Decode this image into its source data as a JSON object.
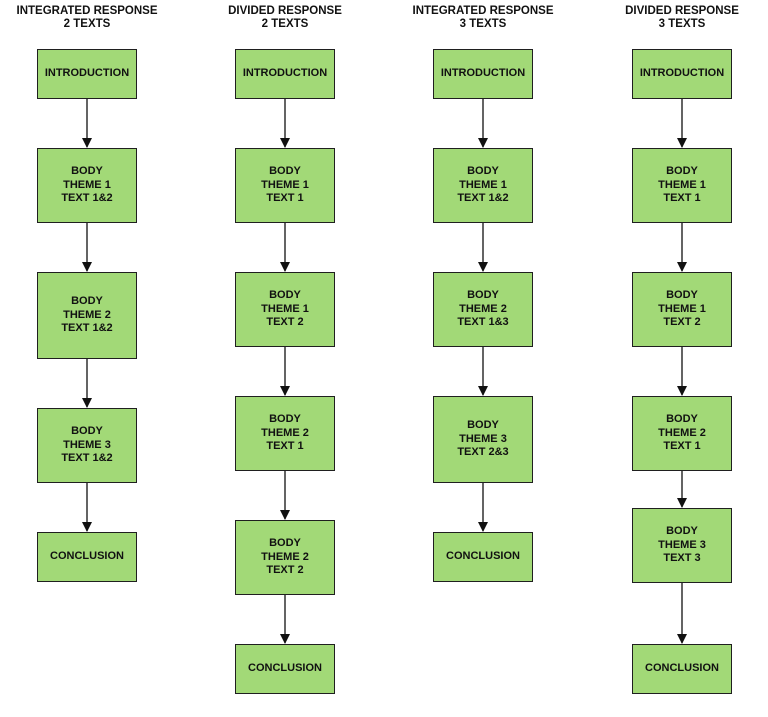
{
  "columns": [
    {
      "title": "INTEGRATED RESPONSE\n2 TEXTS",
      "boxes": [
        "INTRODUCTION",
        "BODY\nTHEME 1\nTEXT 1&2",
        "BODY\nTHEME 2\nTEXT 1&2",
        "BODY\nTHEME 3\nTEXT 1&2",
        "CONCLUSION"
      ]
    },
    {
      "title": "DIVIDED RESPONSE\n2 TEXTS",
      "boxes": [
        "INTRODUCTION",
        "BODY\nTHEME 1\nTEXT 1",
        "BODY\nTHEME 1\nTEXT 2",
        "BODY\nTHEME 2\nTEXT 1",
        "BODY\nTHEME 2\nTEXT 2",
        "CONCLUSION"
      ]
    },
    {
      "title": "INTEGRATED RESPONSE\n3 TEXTS",
      "boxes": [
        "INTRODUCTION",
        "BODY\nTHEME 1\nTEXT 1&2",
        "BODY\nTHEME 2\nTEXT 1&3",
        "BODY\nTHEME 3\nTEXT 2&3",
        "CONCLUSION"
      ]
    },
    {
      "title": "DIVIDED RESPONSE\n3 TEXTS",
      "boxes": [
        "INTRODUCTION",
        "BODY\nTHEME 1\nTEXT 1",
        "BODY\nTHEME 1\nTEXT 2",
        "BODY\nTHEME 2\nTEXT 1",
        "BODY\nTHEME 3\nTEXT 3",
        "CONCLUSION"
      ]
    }
  ],
  "colors": {
    "box_fill": "#a2d977",
    "stroke": "#1f1f1f"
  }
}
